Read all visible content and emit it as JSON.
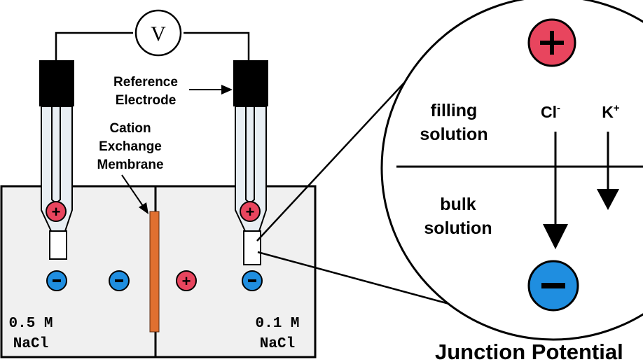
{
  "voltmeter": {
    "label": "V"
  },
  "labels": {
    "reference_electrode_line1": "Reference",
    "reference_electrode_line2": "Electrode",
    "membrane_line1": "Cation",
    "membrane_line2": "Exchange",
    "membrane_line3": "Membrane",
    "left_conc": "0.5 M",
    "left_salt": "NaCl",
    "right_conc": "0.1 M",
    "right_salt": "NaCl"
  },
  "inset": {
    "filling_line1": "filling",
    "filling_line2": "solution",
    "bulk_line1": "bulk",
    "bulk_line2": "solution",
    "chloride": "Cl",
    "chloride_charge": "-",
    "potassium": "K",
    "potassium_charge": "+"
  },
  "title": "Junction Potential",
  "colors": {
    "positive_ion": "#e8455e",
    "negative_ion": "#1f8ee0",
    "membrane": "#e07030",
    "tank": "#f0f0f0",
    "electrode_cap": "#000000"
  }
}
